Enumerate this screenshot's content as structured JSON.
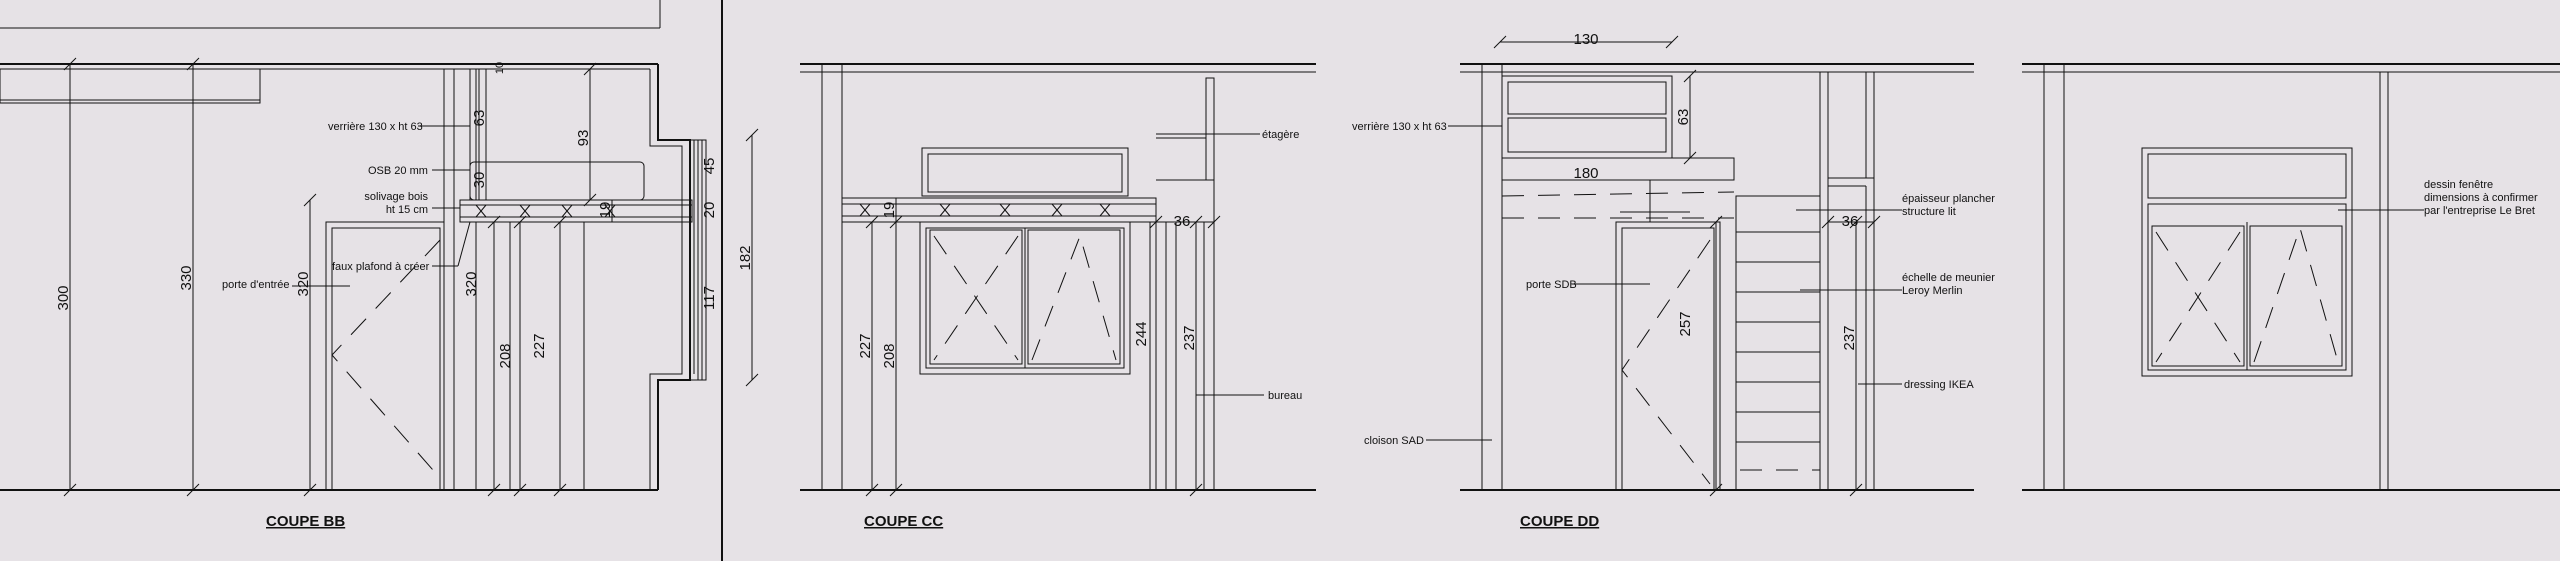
{
  "sections": {
    "bb": {
      "title": "COUPE BB",
      "labels": {
        "verriere": "verrière 130 x ht 63",
        "osb": "OSB 20 mm",
        "solivage_1": "solivage bois",
        "solivage_2": "ht 15 cm",
        "faux_plafond": "faux plafond à créer",
        "porte": "porte d'entrée"
      },
      "dims": {
        "d300": "300",
        "d330": "330",
        "d320a": "320",
        "d320b": "320",
        "d208": "208",
        "d227": "227",
        "d63": "63",
        "d93": "93",
        "d30": "30",
        "d19": "19",
        "d45": "45",
        "d20": "20",
        "d117": "117",
        "d182": "182",
        "d10": "10"
      }
    },
    "cc": {
      "title": "COUPE CC",
      "labels": {
        "etagere": "étagère",
        "bureau": "bureau"
      },
      "dims": {
        "d227": "227",
        "d208": "208",
        "d19": "19",
        "d36": "36",
        "d244": "244",
        "d237": "237"
      }
    },
    "dd": {
      "title": "COUPE DD",
      "labels": {
        "verriere": "verrière 130 x ht 63",
        "epaisseur_1": "épaisseur plancher",
        "epaisseur_2": "structure lit",
        "echelle_1": "échelle de meunier",
        "echelle_2": "Leroy Merlin",
        "porte_sdb": "porte SDB",
        "dressing": "dressing IKEA",
        "cloison": "cloison SAD"
      },
      "dims": {
        "d130": "130",
        "d63": "63",
        "d180": "180",
        "d36": "36",
        "d257": "257",
        "d237": "237"
      }
    },
    "ee": {
      "labels": {
        "dessin_1": "dessin fenêtre",
        "dessin_2": "dimensions à confirmer",
        "dessin_3": "par l'entreprise Le Bret"
      }
    }
  },
  "colors": {
    "background": "#e6e2e6",
    "glass": "#9c9c9c",
    "line": "#111111"
  }
}
